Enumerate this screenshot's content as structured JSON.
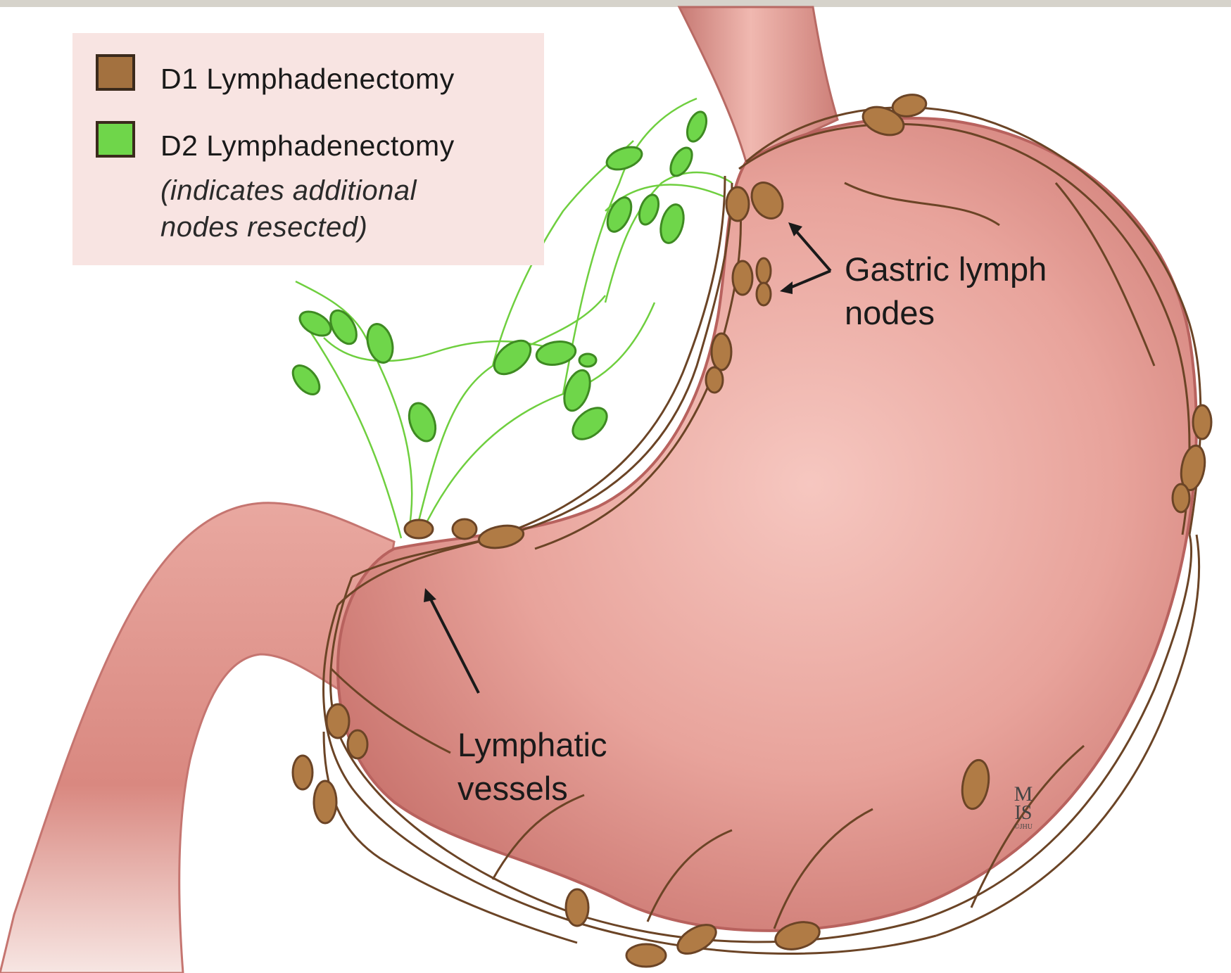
{
  "legend": {
    "d1_label": "D1 Lymphadenectomy",
    "d2_label": "D2 Lymphadenectomy",
    "d2_note": "(indicates additional nodes resected)",
    "d1_color": "#a3713f",
    "d2_color": "#6fd64a"
  },
  "labels": {
    "gastric_lymph_nodes": "Gastric lymph nodes",
    "lymphatic_vessels": "Lymphatic vessels"
  },
  "signature": {
    "line1": "M",
    "line2": "IS",
    "line3": "©JHU"
  },
  "colors": {
    "stomach": "#e59a92",
    "stomach_shadow": "#c56d68",
    "vessel_brown": "#6b4426",
    "vessel_green": "#6fcf3f"
  }
}
